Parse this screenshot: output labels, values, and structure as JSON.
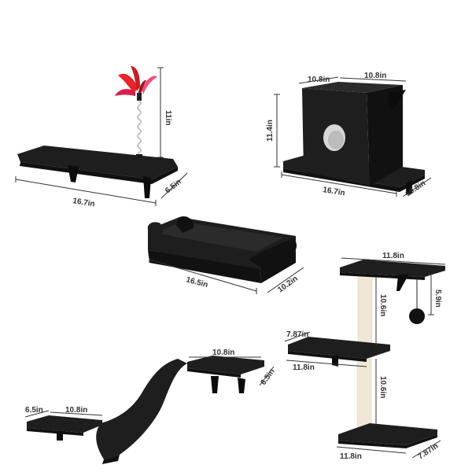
{
  "products": {
    "shelf_toy": {
      "width": "16.7in",
      "depth": "6.5in",
      "toy_height": "11in"
    },
    "condo": {
      "top_left": "10.8in",
      "top_right": "10.8in",
      "height": "11.4in",
      "base_width": "16.7in",
      "base_depth": "10.8in"
    },
    "bed": {
      "width": "16.5in",
      "depth": "10.2in"
    },
    "tower": {
      "top_width": "11.8in",
      "upper_height": "10.6in",
      "ball_drop": "5.9in",
      "mid_depth": "7.87in",
      "mid_width": "11.8in",
      "lower_height": "10.6in",
      "base_width": "11.8in",
      "base_depth": "7.87in"
    },
    "bridge": {
      "top_width": "10.8in",
      "top_depth": "6.5in",
      "low_depth": "6.5in",
      "low_width": "10.8in"
    }
  },
  "colors": {
    "fur": "#1e1e1e",
    "bracket": "#0c0c0c",
    "sisal": "#efe8d6",
    "feather_red": "#e8232a",
    "feather_pink": "#f0507a",
    "dimension_line": "#333333"
  }
}
